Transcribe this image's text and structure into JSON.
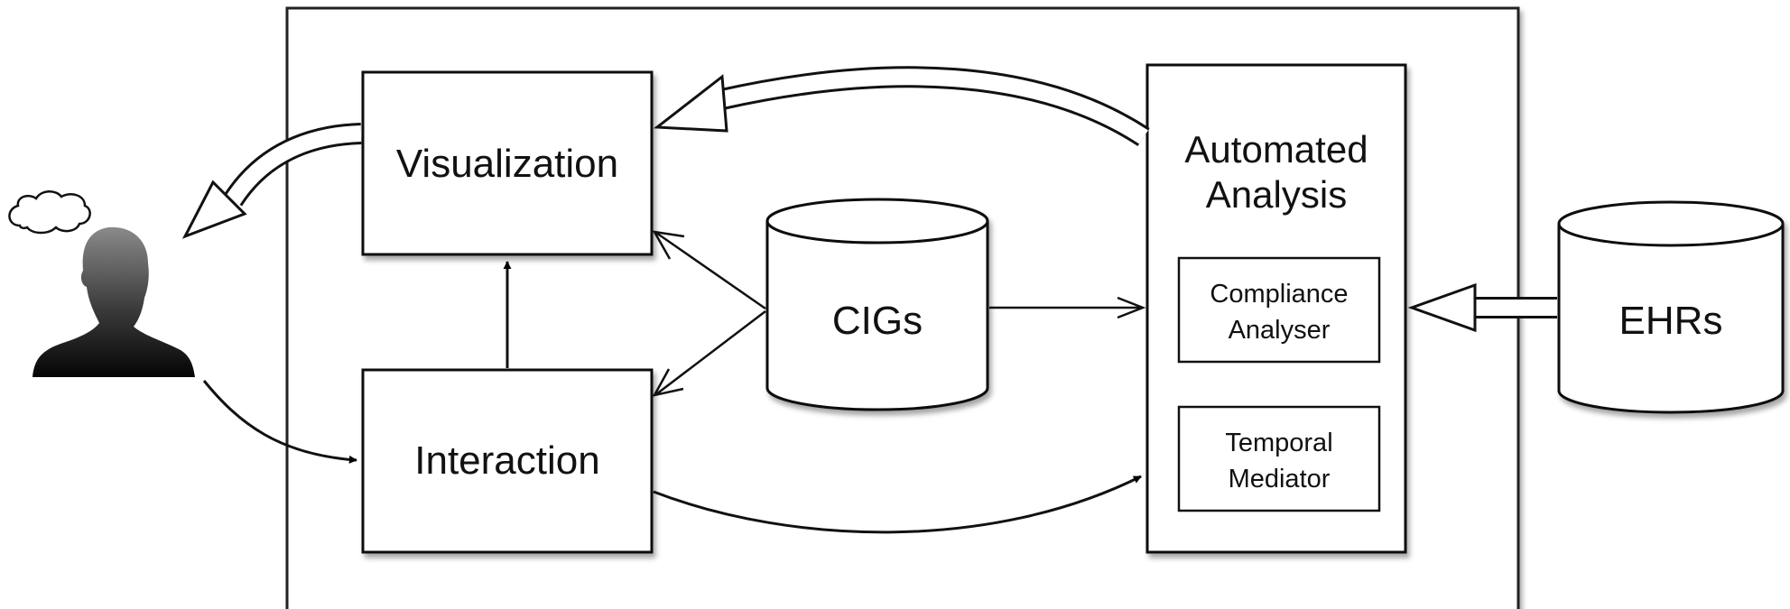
{
  "diagram": {
    "visualization": "Visualization",
    "interaction": "Interaction",
    "cigs": "CIGs",
    "automated_analysis_line1": "Automated",
    "automated_analysis_line2": "Analysis",
    "compliance_line1": "Compliance",
    "compliance_line2": "Analyser",
    "temporal_line1": "Temporal",
    "temporal_line2": "Mediator",
    "ehrs": "EHRs"
  },
  "icons": {
    "user": "user-silhouette-icon",
    "thought": "thought-cloud-icon",
    "database": "database-cylinder-icon"
  }
}
